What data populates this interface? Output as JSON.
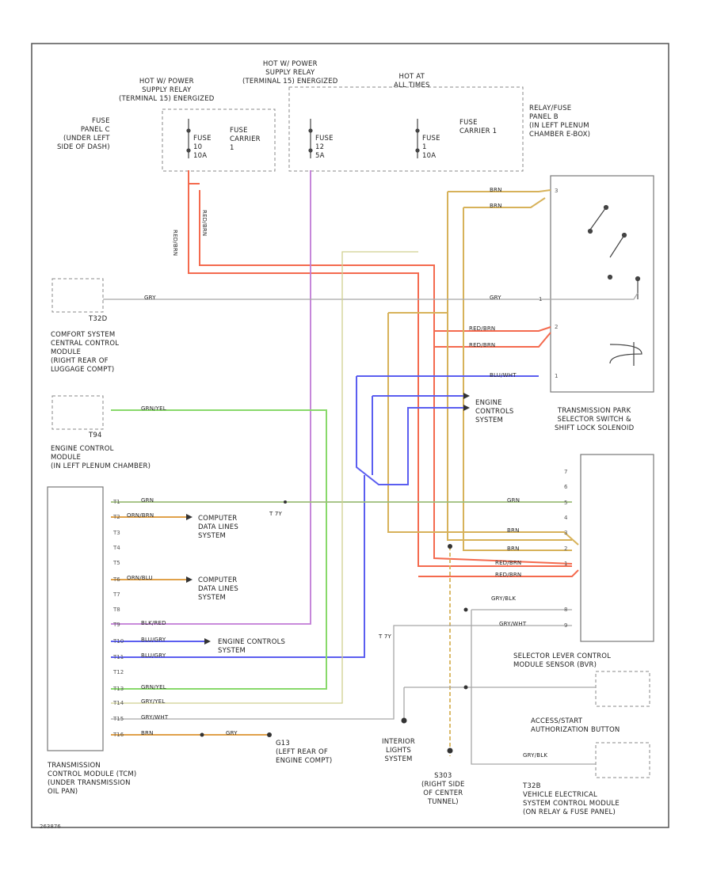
{
  "colors": {
    "frame": "#555555",
    "red": "#f46a4e",
    "yellow": "#d7b25a",
    "purple": "#c07ad6",
    "blue": "#5b5ef0",
    "green": "#88d96a",
    "gray": "#a8a8a8",
    "olive": "#cfcf8f",
    "black": "#333333"
  },
  "labels": {
    "relay_left": "HOT W/ POWER\nSUPPLY RELAY\n(TERMINAL 15) ENERGIZED",
    "relay_mid": "HOT W/ POWER\nSUPPLY RELAY\n(TERMINAL 15) ENERGIZED",
    "hot_at_all": "HOT AT\nALL TIMES",
    "fuse_panel_c": "FUSE\nPANEL C\n(UNDER LEFT\nSIDE OF DASH)",
    "fuse_10a": "FUSE\n10\n10A",
    "fuse_carrier_1": "FUSE\nCARRIER\n1",
    "fuse_mid": "FUSE\n12\n5A",
    "fuse_right": "FUSE\n1\n10A",
    "fuse_carrier_r": "FUSE\nCARRIER 1",
    "relay_fuse_panel_b": "RELAY/FUSE\nPANEL B\n(IN LEFT PLENUM\nCHAMBER E-BOX)",
    "t32d": "T32D",
    "comfort_module": "COMFORT SYSTEM\nCENTRAL CONTROL\nMODULE\n(RIGHT REAR OF\nLUGGAGE COMPT)",
    "t94": "T94",
    "engine_module": "ENGINE CONTROL\nMODULE\n(IN LEFT PLENUM CHAMBER)",
    "engine_controls_1": "ENGINE\nCONTROLS\nSYSTEM",
    "transmission_park": "TRANSMISSION PARK\nSELECTOR SWITCH &\nSHIFT LOCK SOLENOID",
    "computer_data_1": "COMPUTER\nDATA LINES\nSYSTEM",
    "computer_data_2": "COMPUTER\nDATA LINES\nSYSTEM",
    "engine_controls_2": "ENGINE CONTROLS\nSYSTEM",
    "tcm": "TRANSMISSION\nCONTROL MODULE (TCM)\n(UNDER TRANSMISSION\nOIL PAN)",
    "g13": "G13\n(LEFT REAR OF\nENGINE COMPT)",
    "interior_lights": "INTERIOR\nLIGHTS\nSYSTEM",
    "s303": "S303\n(RIGHT SIDE\nOF CENTER\nTUNNEL)",
    "selector_lever": "SELECTOR LEVER CONTROL\nMODULE SENSOR (BVR)",
    "access_start": "ACCESS/START\nAUTHORIZATION BUTTON",
    "vehicle_electrical": "T32B\nVEHICLE ELECTRICAL\nSYSTEM CONTROL MODULE\n(ON RELAY & FUSE PANEL)",
    "gry_blk": "GRY/BLK",
    "gry_blk_2": "GRY/BLK",
    "t7y": "T 7Y",
    "t7y_2": "T 7Y",
    "fig_code": "263876"
  },
  "wires": {
    "red_blu": "RED/BRN",
    "red_blu_2": "RED/BRN",
    "brn": "BRN",
    "grn": "GRN",
    "blu_wht": "BLU/WHT",
    "gry_yel": "GRY/YEL",
    "grn_yel": "GRN/YEL",
    "orn_brn": "ORN/BRN",
    "orn_blu": "ORN/BLU",
    "blk_red": "BLK/RED",
    "gry": "GRY",
    "gry_wht": "GRY/WHT",
    "blu_gry": "BLU/GRY"
  }
}
